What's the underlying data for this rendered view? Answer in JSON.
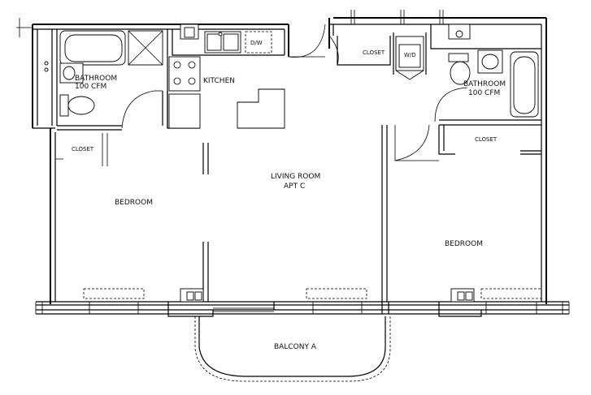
{
  "plan": {
    "rooms": {
      "bathroom_left": {
        "name": "BATHROOM",
        "note": "100 CFM"
      },
      "bathroom_right": {
        "name": "BATHROOM",
        "note": "100 CFM"
      },
      "kitchen": {
        "name": "KITCHEN"
      },
      "closet_top": {
        "name": "CLOSET"
      },
      "closet_left": {
        "name": "CLOSET"
      },
      "closet_right": {
        "name": "CLOSET"
      },
      "bedroom_left": {
        "name": "BEDROOM"
      },
      "bedroom_right": {
        "name": "BEDROOM"
      },
      "living": {
        "name": "LIVING ROOM",
        "unit": "APT C"
      },
      "balcony": {
        "name": "BALCONY A"
      }
    },
    "appliances": {
      "dishwasher": "D/W",
      "washer_dryer": "W/D"
    }
  }
}
